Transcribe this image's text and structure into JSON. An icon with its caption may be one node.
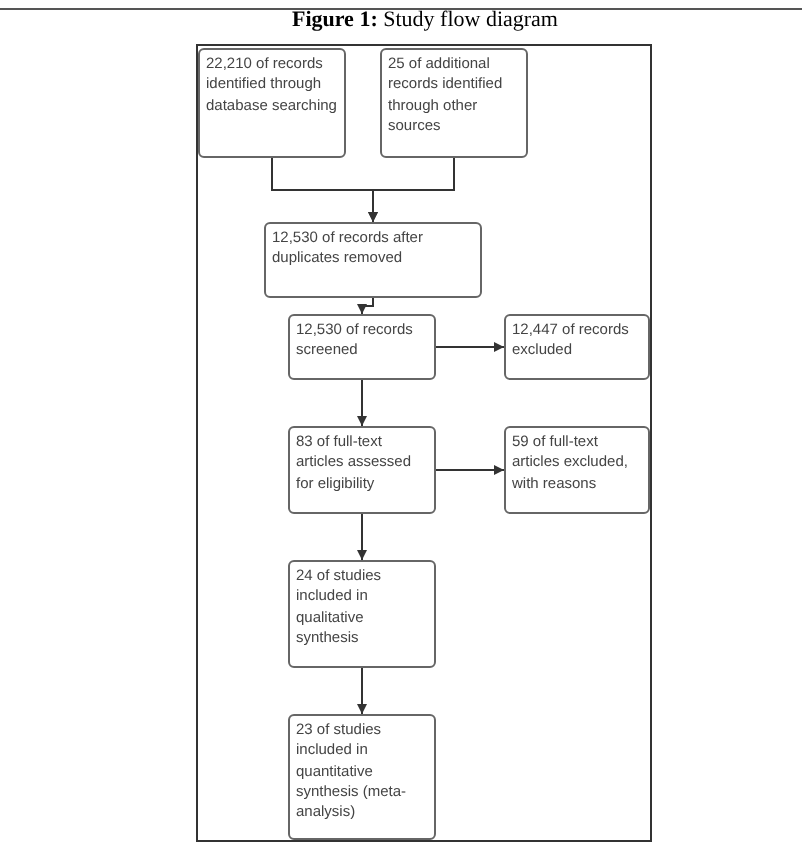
{
  "diagram": {
    "title": "**Figure 1:** Study flow diagram",
    "nodes": [
      {
        "text": [
          "22,210 of records identified through database searching"
        ]
      },
      {
        "text": [
          "25 of additional records identified through other sources"
        ]
      },
      {
        "text": [
          "12,530 of records after duplicates removed"
        ]
      },
      {
        "text": [
          "12,530 of records screened"
        ]
      },
      {
        "text": [
          "12,447 of records excluded"
        ]
      },
      {
        "text": [
          "83 of full-text articles assessed for eligibility"
        ]
      },
      {
        "text": [
          "59 of full-text articles excluded, with reasons"
        ]
      },
      {
        "text": [
          "24 of studies included in qualitative synthesis"
        ]
      },
      {
        "text": [
          "23 of studies included in quantitative synthesis (meta-analysis)"
        ]
      }
    ],
    "edges": [
      {
        "from": 0,
        "to": 2,
        "arrow": "to"
      },
      {
        "from": 1,
        "to": 2,
        "arrow": "to"
      },
      {
        "from": 2,
        "to": 3,
        "arrow": "to"
      },
      {
        "from": 3,
        "to": 4,
        "arrow": "to"
      },
      {
        "from": 3,
        "to": 5,
        "arrow": "to"
      },
      {
        "from": 5,
        "to": 6,
        "arrow": "to"
      },
      {
        "from": 5,
        "to": 7,
        "arrow": "to"
      },
      {
        "from": 7,
        "to": 8,
        "arrow": "to"
      }
    ]
  }
}
